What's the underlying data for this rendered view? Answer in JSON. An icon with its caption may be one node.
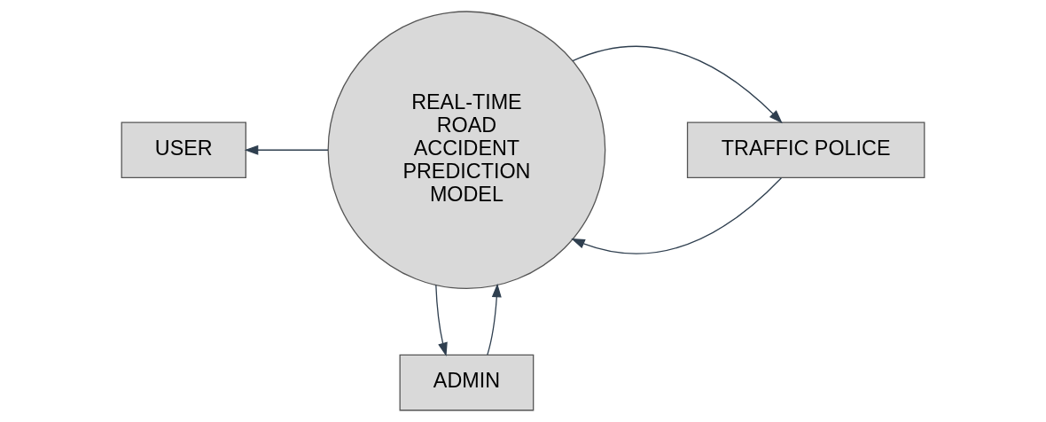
{
  "diagram": {
    "nodes": [
      {
        "text": [
          "USER"
        ]
      },
      {
        "text": [
          "REAL-TIME ROAD ACCIDENT PREDICTION MODEL"
        ]
      },
      {
        "text": [
          "TRAFFIC POLICE"
        ]
      },
      {
        "text": [
          "ADMIN"
        ]
      }
    ],
    "edges": [
      {
        "from": 1,
        "to": 0,
        "arrow": "to"
      },
      {
        "from": 2,
        "to": 1,
        "arrow": "to"
      },
      {
        "from": 1,
        "to": 2,
        "arrow": "to"
      },
      {
        "from": 1,
        "to": 3,
        "arrow": "to"
      },
      {
        "from": 3,
        "to": 1,
        "arrow": "to"
      }
    ]
  }
}
